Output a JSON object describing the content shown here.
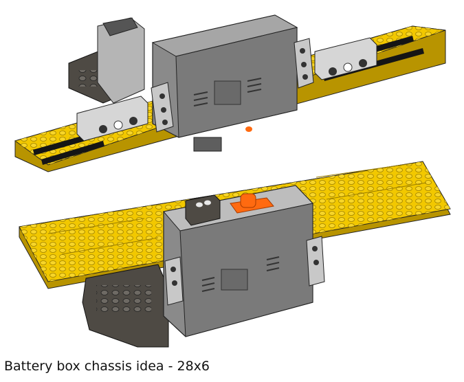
{
  "caption": "Battery box chassis idea - 28x6",
  "colors": {
    "plate_yellow": "#f2c800",
    "plate_yellow_dark": "#b89400",
    "stud": "#f7d62a",
    "box_gray": "#8a8a8a",
    "box_gray_dark": "#5e5e5e",
    "beam_light": "#c8c8c8",
    "dark_brick": "#4e4a44",
    "switch_orange": "#ff6a10",
    "rail_black": "#151515"
  },
  "figures": [
    {
      "id": "top",
      "view": "battery box on 28x6 plate, top side"
    },
    {
      "id": "bottom",
      "view": "battery box on 28x6 plate, underside"
    }
  ]
}
